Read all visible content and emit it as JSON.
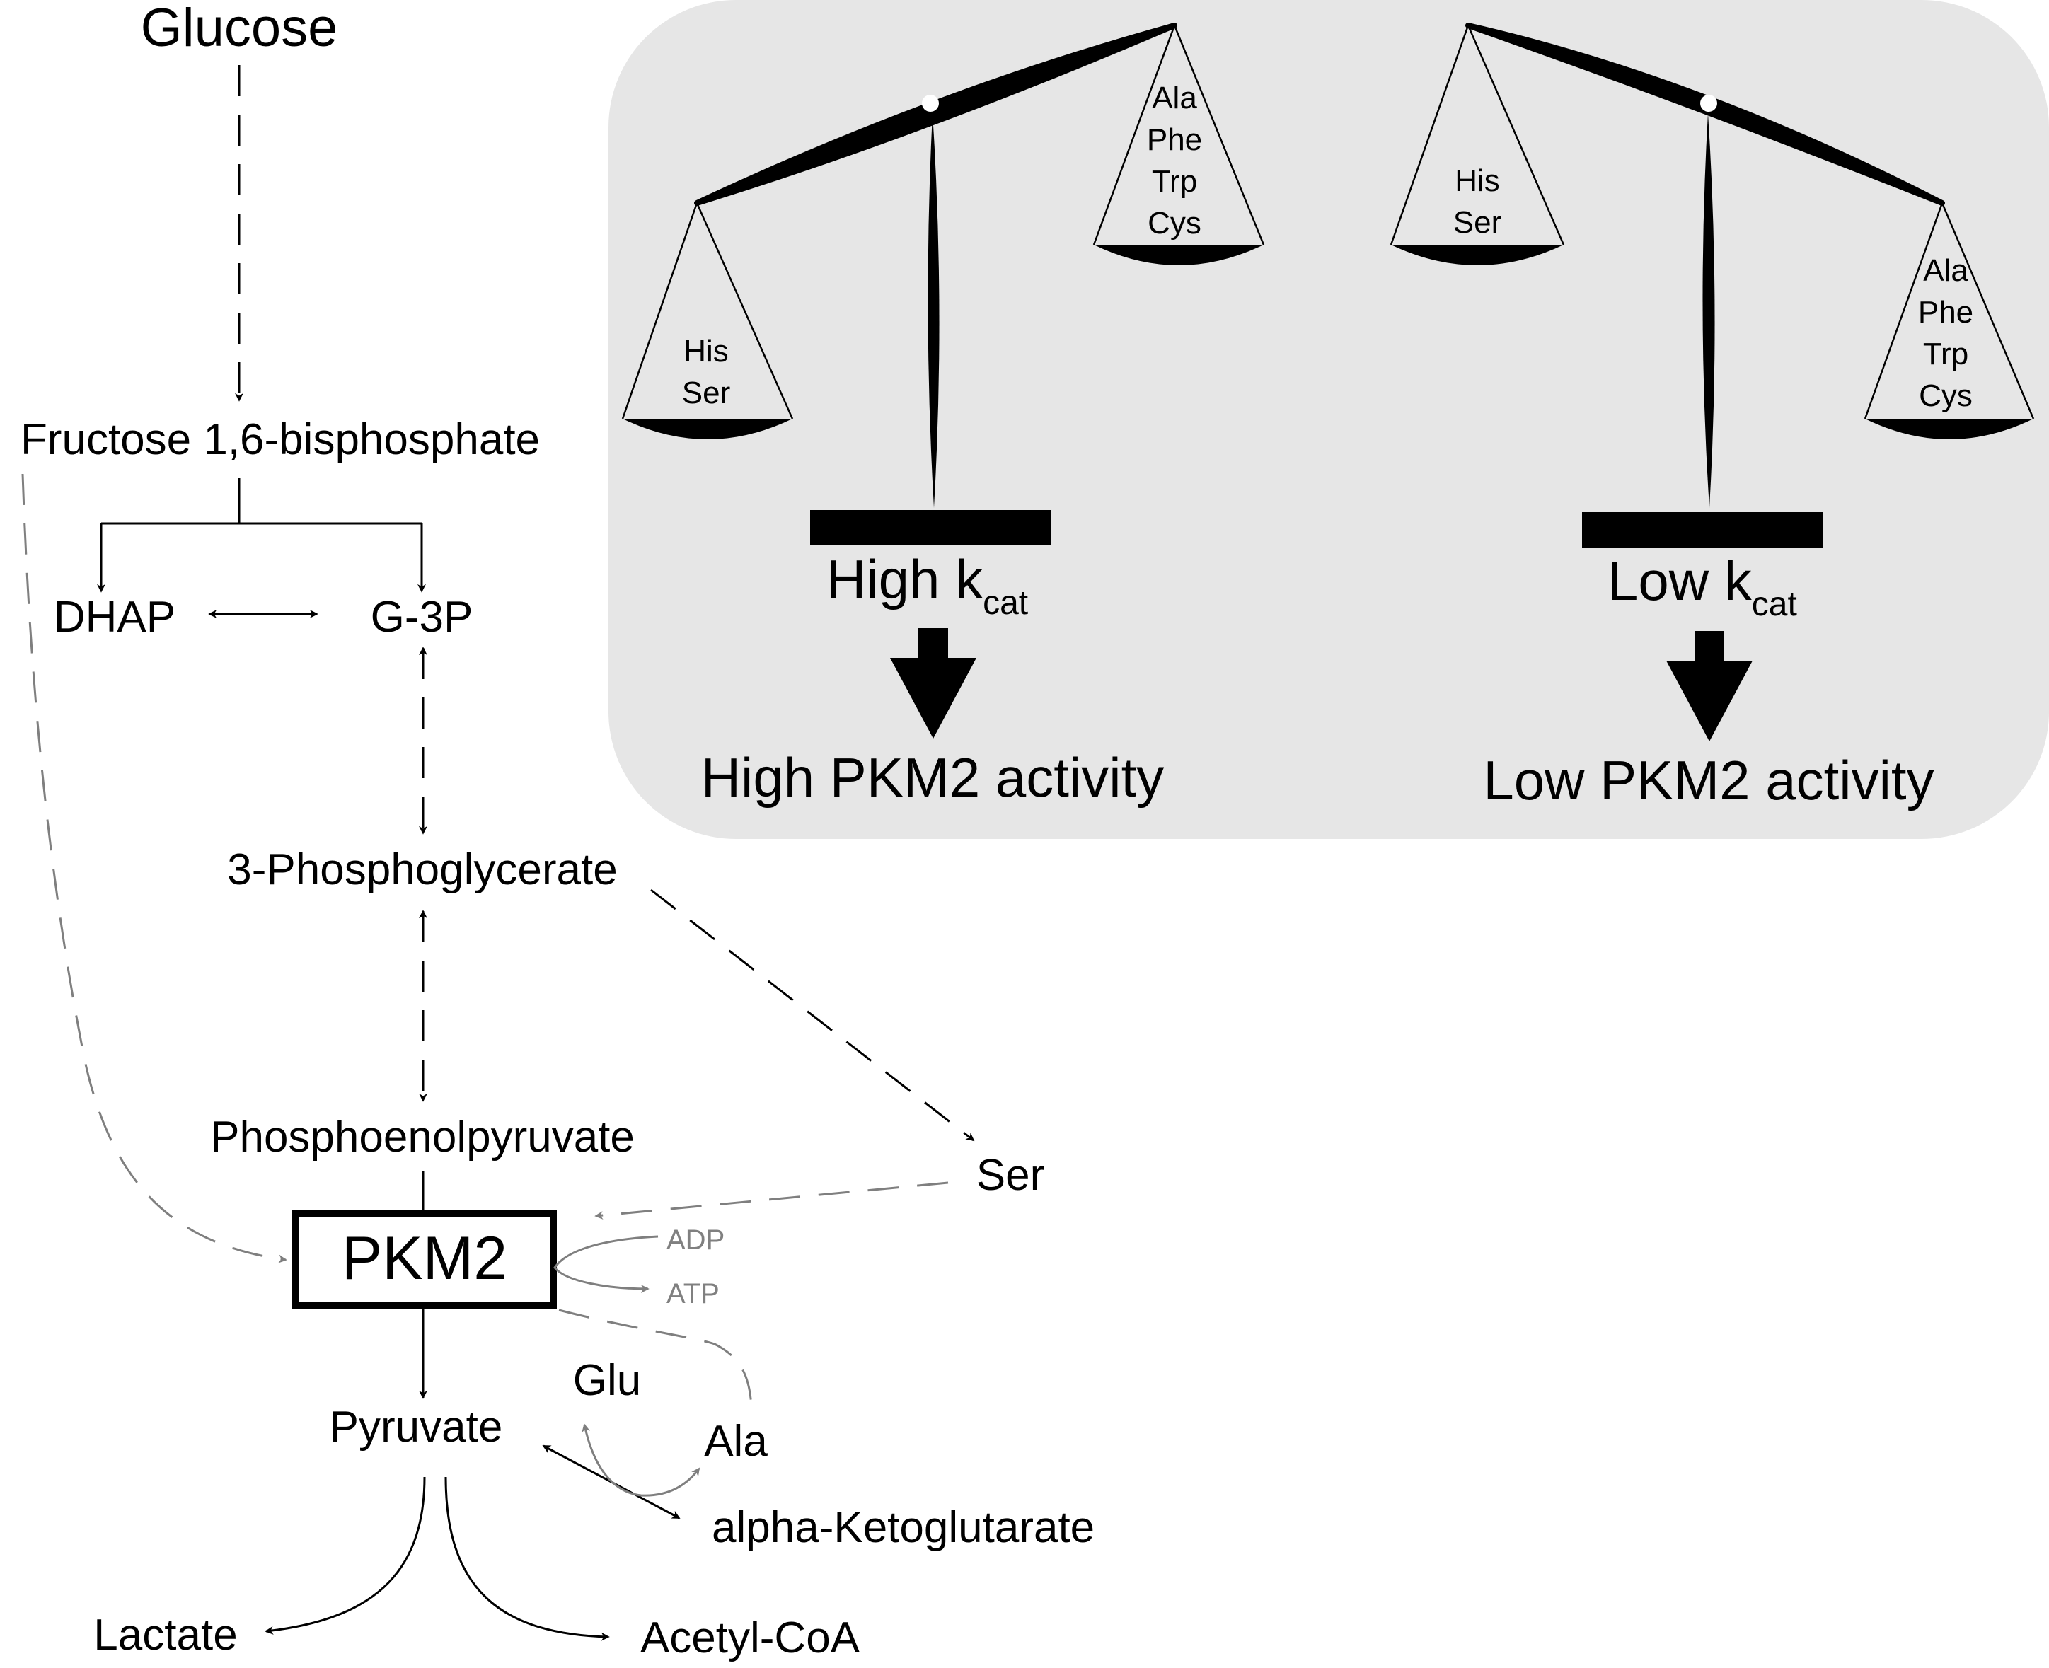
{
  "pathway": {
    "glucose": "Glucose",
    "fructose": "Fructose 1,6-bisphosphate",
    "dhap": "DHAP",
    "g3p": "G-3P",
    "phosphoglycerate": "3-Phosphoglycerate",
    "pep": "Phosphoenolpyruvate",
    "ser": "Ser",
    "pkm2": "PKM2",
    "adp": "ADP",
    "atp": "ATP",
    "glu": "Glu",
    "ala": "Ala",
    "pyruvate": "Pyruvate",
    "akg": "alpha-Ketoglutarate",
    "lactate": "Lactate",
    "acetylcoa": "Acetyl-CoA"
  },
  "panel": {
    "left": {
      "low_pan": [
        "His",
        "Ser"
      ],
      "high_pan": [
        "Ala",
        "Phe",
        "Trp",
        "Cys"
      ],
      "kcat_prefix": "High k",
      "kcat_sub": "cat",
      "result": "High PKM2 activity"
    },
    "right": {
      "high_pan": [
        "His",
        "Ser"
      ],
      "low_pan": [
        "Ala",
        "Phe",
        "Trp",
        "Cys"
      ],
      "kcat_prefix": "Low k",
      "kcat_sub": "cat",
      "result": "Low PKM2 activity"
    }
  },
  "colors": {
    "panel_bg": "#e6e6e6",
    "gray": "#7f7f7f",
    "ink": "#000000"
  }
}
